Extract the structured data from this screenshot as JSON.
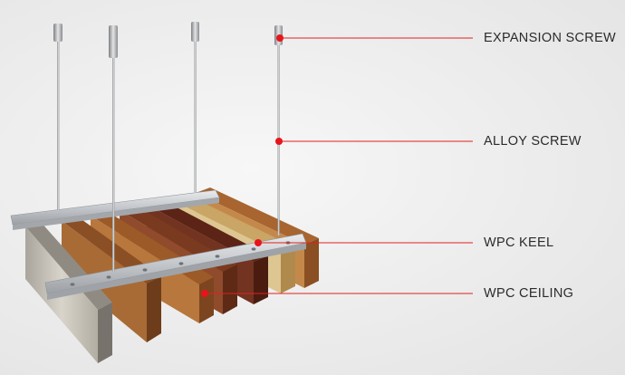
{
  "callouts": [
    {
      "id": "expansion-screw",
      "label": "EXPANSION SCREW"
    },
    {
      "id": "alloy-screw",
      "label": "ALLOY SCREW"
    },
    {
      "id": "wpc-keel",
      "label": "WPC KEEL"
    },
    {
      "id": "wpc-ceiling",
      "label": "WPC CEILING"
    }
  ],
  "colors": {
    "callout_line": "#e02020",
    "callout_dot": "#e8141c",
    "label_text": "#2b2b2b",
    "keel_metal": "#c9ccd0",
    "panel_finishes": [
      "#c8c2b4",
      "#b27a3e",
      "#8a4a2a",
      "#6a2e1e",
      "#d9c28d",
      "#c08a45",
      "#9a5a2c"
    ]
  }
}
